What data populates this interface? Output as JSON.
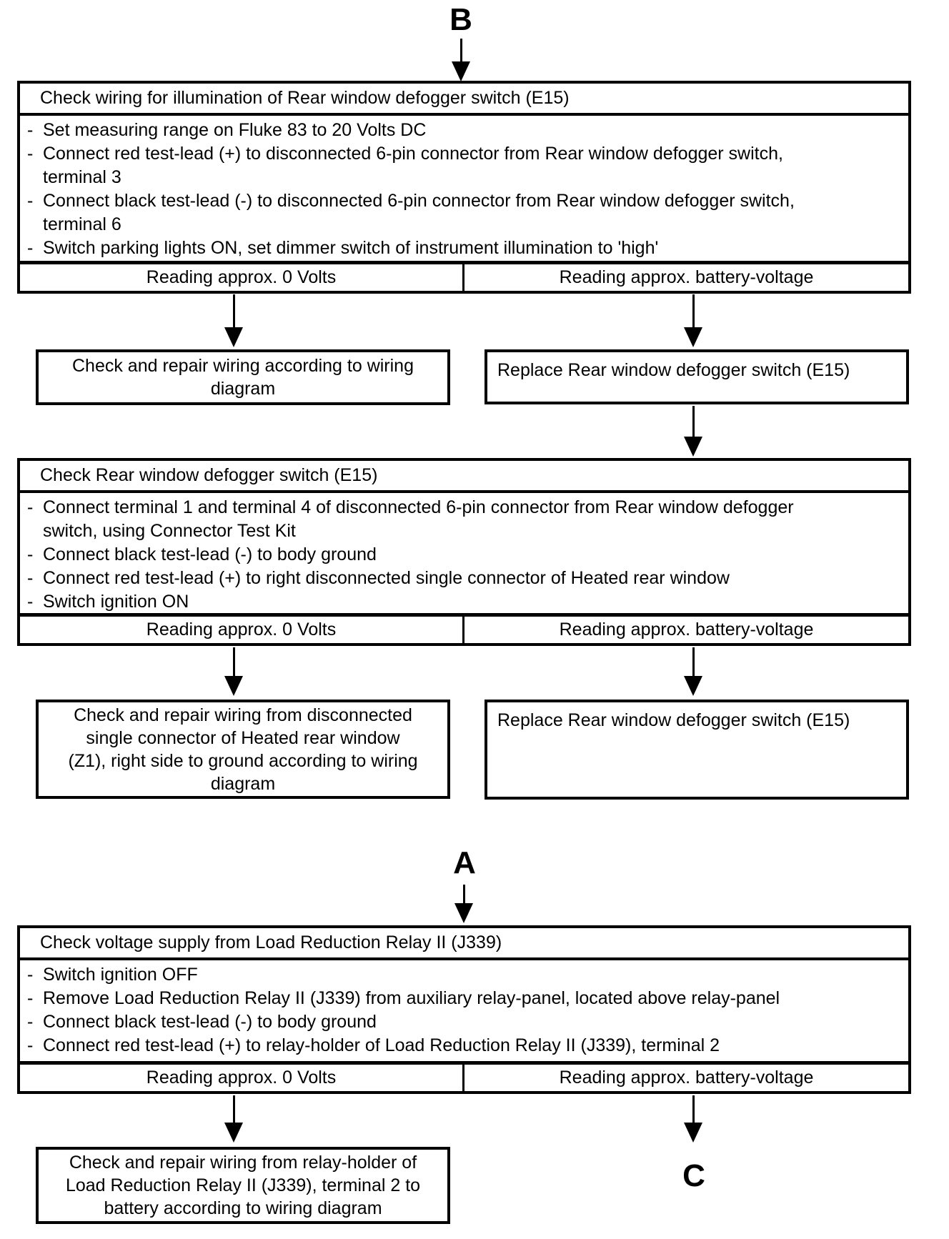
{
  "connectors": {
    "top": "B",
    "middle": "A",
    "bottom": "C"
  },
  "ui": {
    "bullet": "-"
  },
  "blocks": [
    {
      "title": "Check wiring for illumination of Rear window defogger switch (E15)",
      "steps": [
        "Set measuring range on Fluke 83 to 20 Volts DC",
        "Connect red test-lead (+) to disconnected 6-pin connector from Rear window defogger switch,\nterminal 3",
        "Connect black test-lead (-) to disconnected 6-pin connector from Rear window defogger switch,\nterminal 6",
        "Switch parking lights ON, set dimmer switch of instrument illumination to 'high'"
      ],
      "readings": {
        "left": "Reading approx. 0 Volts",
        "right": "Reading approx. battery-voltage"
      }
    },
    {
      "title": "Check Rear window defogger switch (E15)",
      "steps": [
        "Connect terminal 1 and terminal 4 of disconnected 6-pin connector from Rear window defogger\nswitch, using Connector Test Kit",
        "Connect black test-lead (-) to body ground",
        "Connect red test-lead (+) to right disconnected single connector of Heated rear window",
        "Switch ignition ON"
      ],
      "readings": {
        "left": "Reading approx. 0 Volts",
        "right": "Reading approx. battery-voltage"
      }
    },
    {
      "title": "Check voltage supply from Load Reduction Relay II (J339)",
      "steps": [
        "Switch ignition OFF",
        "Remove Load Reduction Relay II (J339) from auxiliary relay-panel, located above relay-panel",
        "Connect black test-lead (-) to body ground",
        "Connect red test-lead (+) to relay-holder of Load Reduction Relay II (J339), terminal 2"
      ],
      "readings": {
        "left": "Reading approx. 0 Volts",
        "right": "Reading approx. battery-voltage"
      }
    }
  ],
  "results": {
    "row1_left": "Check and repair wiring according to wiring\ndiagram",
    "row1_right": "Replace Rear window defogger switch (E15)",
    "row2_left": "Check and repair wiring from disconnected\nsingle connector of Heated rear window\n(Z1), right side to ground according to wiring\ndiagram",
    "row2_right": "Replace Rear window defogger switch (E15)",
    "row3_left": "Check and repair wiring from relay-holder of\nLoad Reduction Relay II (J339), terminal 2 to\nbattery according to wiring diagram"
  }
}
